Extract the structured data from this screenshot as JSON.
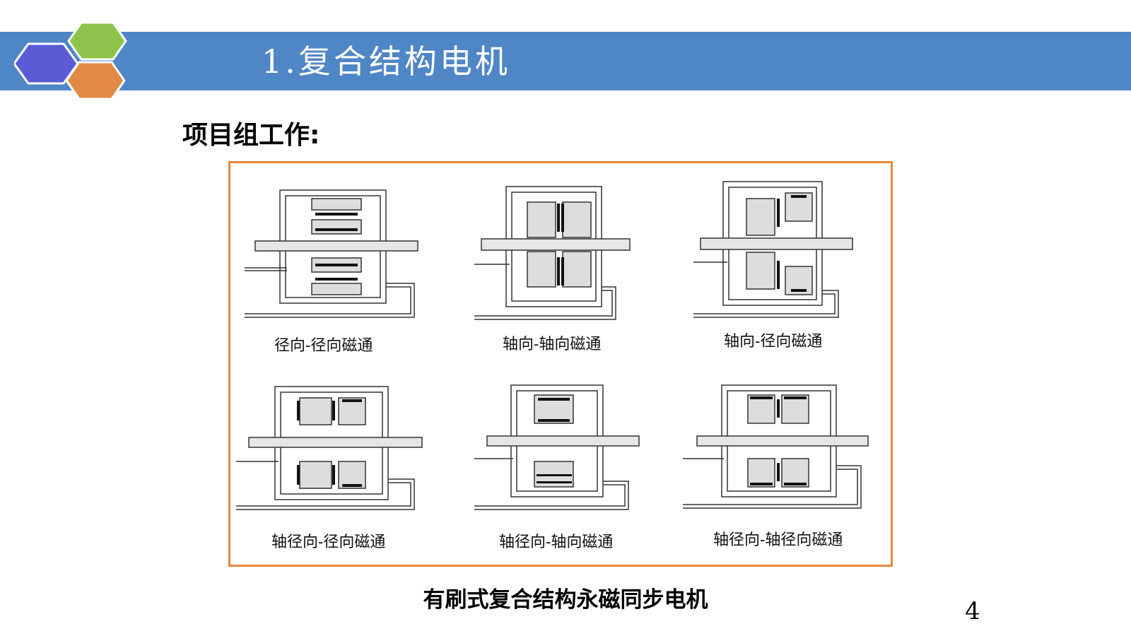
{
  "slide": {
    "title": "1.复合结构电机",
    "section_heading": "项目组工作:",
    "figure_caption": "有刷式复合结构永磁同步电机",
    "page_number": "4"
  },
  "logo": {
    "hex_colors": [
      "#5b5bd6",
      "#8dc34a",
      "#e18a46"
    ],
    "outline_color": "#ffffff"
  },
  "header": {
    "band_color": "#4f86c6"
  },
  "figure": {
    "border_color": "#e8873a",
    "diagrams": [
      {
        "caption": "径向-径向磁通"
      },
      {
        "caption": "轴向-轴向磁通"
      },
      {
        "caption": "轴向-径向磁通"
      },
      {
        "caption": "轴径向-径向磁通"
      },
      {
        "caption": "轴径向-轴向磁通"
      },
      {
        "caption": "轴径向-轴径向磁通"
      }
    ]
  }
}
